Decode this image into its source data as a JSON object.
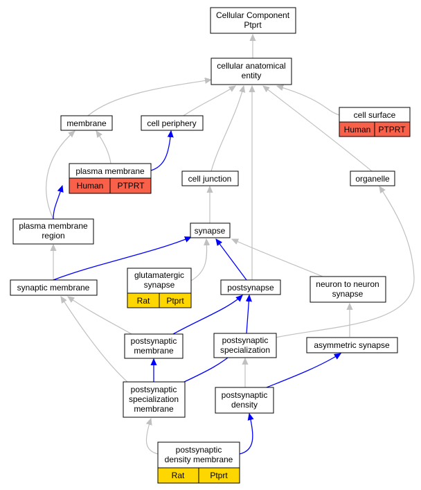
{
  "colors": {
    "human_annotation": "#f8604a",
    "rat_annotation": "#ffd700",
    "is_a_edge": "#c0c0c0",
    "part_of_edge": "#0000ff"
  },
  "nodes": {
    "cellular_component": {
      "line1": "Cellular Component",
      "line2": "Ptprt"
    },
    "cellular_anatomical_entity": {
      "line1": "cellular anatomical",
      "line2": "entity"
    },
    "membrane": {
      "line1": "membrane"
    },
    "cell_periphery": {
      "line1": "cell periphery"
    },
    "cell_surface": {
      "line1": "cell surface",
      "species": "Human",
      "gene": "PTPRT"
    },
    "plasma_membrane": {
      "line1": "plasma membrane",
      "species": "Human",
      "gene": "PTPRT"
    },
    "cell_junction": {
      "line1": "cell junction"
    },
    "organelle": {
      "line1": "organelle"
    },
    "plasma_membrane_region": {
      "line1": "plasma membrane",
      "line2": "region"
    },
    "synapse": {
      "line1": "synapse"
    },
    "synaptic_membrane": {
      "line1": "synaptic membrane"
    },
    "glutamatergic_synapse": {
      "line1": "glutamatergic",
      "line2": "synapse",
      "species": "Rat",
      "gene": "Ptprt"
    },
    "postsynapse": {
      "line1": "postsynapse"
    },
    "neuron_to_neuron_synapse": {
      "line1": "neuron to neuron",
      "line2": "synapse"
    },
    "postsynaptic_membrane": {
      "line1": "postsynaptic",
      "line2": "membrane"
    },
    "postsynaptic_specialization": {
      "line1": "postsynaptic",
      "line2": "specialization"
    },
    "asymmetric_synapse": {
      "line1": "asymmetric synapse"
    },
    "postsynaptic_specialization_membrane": {
      "line1": "postsynaptic",
      "line2": "specialization",
      "line3": "membrane"
    },
    "postsynaptic_density": {
      "line1": "postsynaptic",
      "line2": "density"
    },
    "postsynaptic_density_membrane": {
      "line1": "postsynaptic",
      "line2": "density membrane",
      "species": "Rat",
      "gene": "Ptprt"
    }
  }
}
